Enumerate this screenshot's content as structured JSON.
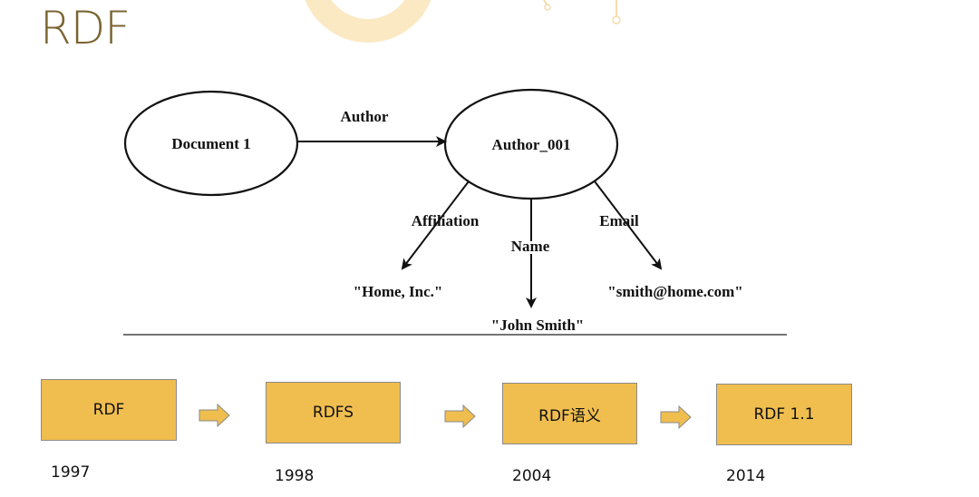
{
  "slide": {
    "title": "RDF"
  },
  "graph": {
    "nodes": {
      "doc": "Document 1",
      "author": "Author_001"
    },
    "edges": {
      "author": "Author",
      "affiliation": "Affiliation",
      "name": "Name",
      "email": "Email"
    },
    "values": {
      "affiliation": "\"Home, Inc.\"",
      "name": "\"John Smith\"",
      "email": "\"smith@home.com\""
    }
  },
  "timeline": [
    {
      "label": "RDF",
      "year": "1997"
    },
    {
      "label": "RDFS",
      "year": "1998"
    },
    {
      "label": "RDF语义",
      "year": "2004"
    },
    {
      "label": "RDF 1.1",
      "year": "2014"
    }
  ],
  "colors": {
    "box": "#f0be4f",
    "title": "#7a6431",
    "decor": "#fbe9c4"
  }
}
